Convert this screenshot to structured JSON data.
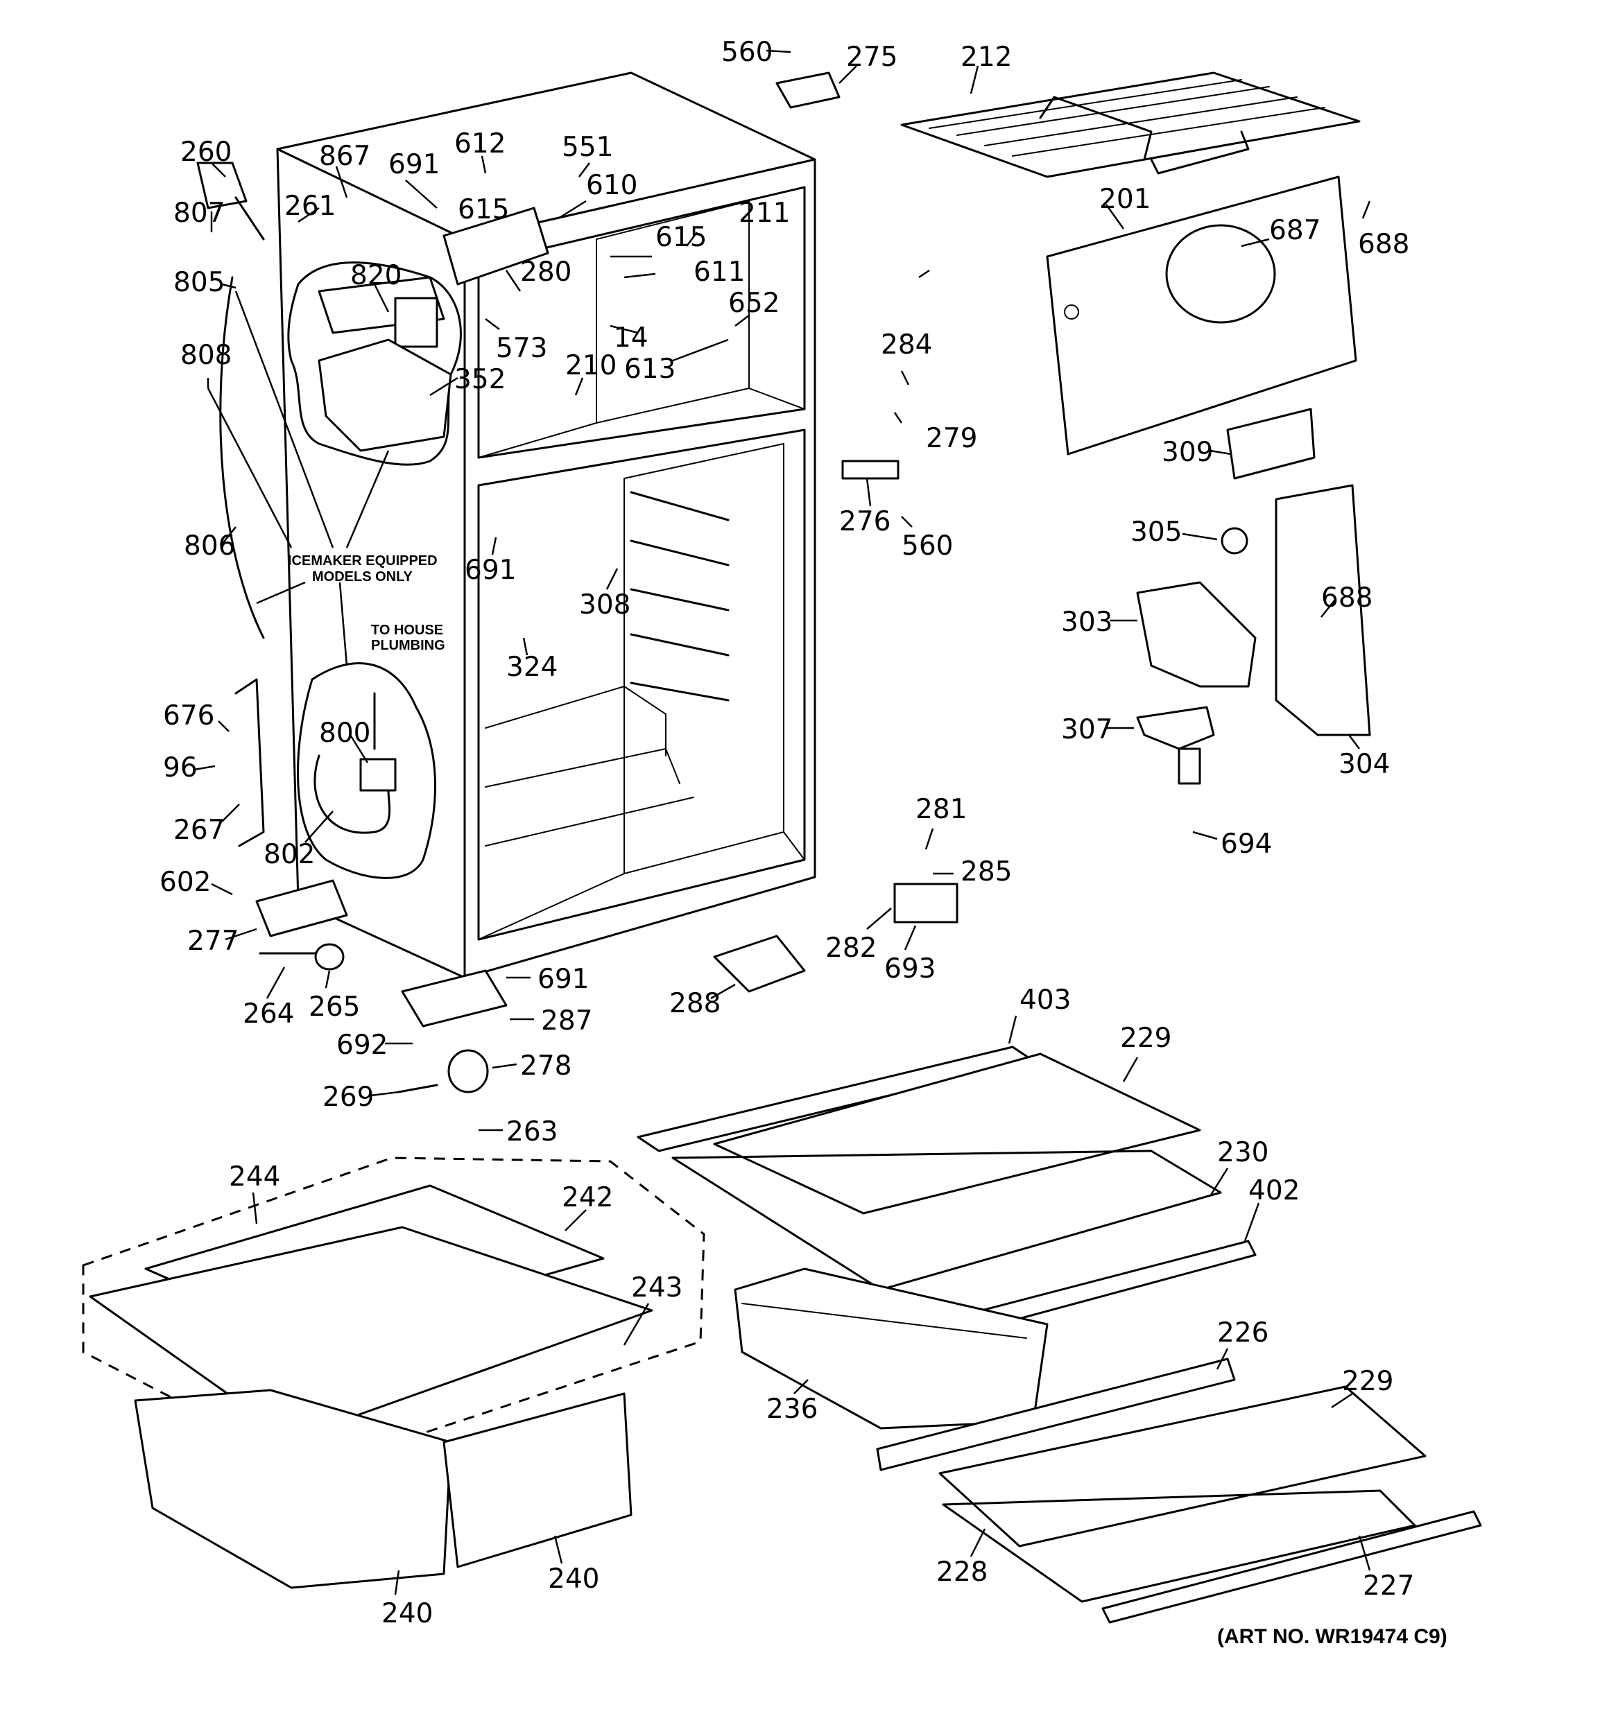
{
  "art_number": "(ART NO. WR19474 C9)",
  "note_icemaker": [
    "ICEMAKER EQUIPPED",
    "MODELS ONLY"
  ],
  "note_plumbing": [
    "TO HOUSE",
    "PLUMBING"
  ],
  "callouts": [
    "560",
    "275",
    "212",
    "260",
    "867",
    "612",
    "551",
    "691",
    "610",
    "807",
    "261",
    "615",
    "211",
    "201",
    "687",
    "688",
    "615",
    "611",
    "805",
    "820",
    "280",
    "652",
    "14",
    "573",
    "613",
    "808",
    "352",
    "210",
    "284",
    "279",
    "309",
    "806",
    "691",
    "308",
    "276",
    "560",
    "305",
    "688",
    "303",
    "324",
    "676",
    "800",
    "96",
    "267",
    "802",
    "307",
    "304",
    "694",
    "281",
    "285",
    "602",
    "282",
    "693",
    "277",
    "691",
    "288",
    "264",
    "265",
    "287",
    "403",
    "229",
    "692",
    "278",
    "269",
    "263",
    "230",
    "402",
    "244",
    "242",
    "243",
    "226",
    "236",
    "229",
    "240",
    "240",
    "228",
    "227"
  ]
}
